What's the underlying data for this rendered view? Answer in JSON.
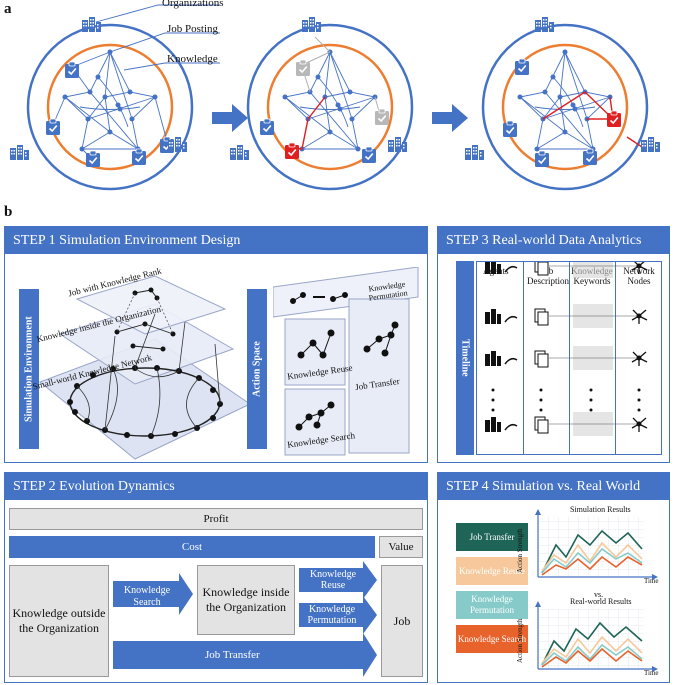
{
  "panel_a": {
    "letter": "a",
    "labels": {
      "organizations": "Organizations",
      "job_posting": "Job Posting",
      "knowledge": "Knowledge"
    }
  },
  "panel_b": {
    "letter": "b"
  },
  "step1": {
    "title": "STEP 1  Simulation Environment Design",
    "side_label": "Simulation Environment",
    "layer_top": "Job with Knowledge Rank",
    "layer_mid": "Knowledge inside the Organization",
    "layer_bottom": "Small-world Knowledge Network",
    "action_space_label": "Action Space",
    "knowledge_permutation": "Knowledge Permutation",
    "knowledge_reuse": "Knowledge Reuse",
    "knowledge_search": "Knowledge Search",
    "job_transfer": "Job Transfer"
  },
  "step2": {
    "title": "STEP 2  Evolution Dynamics",
    "profit": "Profit",
    "cost": "Cost",
    "value": "Value",
    "outside": "Knowledge outside the Organization",
    "search": "Knowledge Search",
    "inside": "Knowledge inside the Organization",
    "reuse": "Knowledge Reuse",
    "permutation": "Knowledge Permutation",
    "transfer": "Job Transfer",
    "job": "Job"
  },
  "step3": {
    "title": "STEP 3  Real-world Data Analytics",
    "timeline": "Timeline",
    "columns": [
      "Agents",
      "Job Description",
      "Knowledge Keywords",
      "Network Nodes"
    ]
  },
  "step4": {
    "title": "STEP 4  Simulation vs. Real World",
    "legend": [
      {
        "label": "Job Transfer",
        "color": "#1e6457"
      },
      {
        "label": "Knowledge Reuse",
        "color": "#f6c89b"
      },
      {
        "label": "Knowledge Permutation",
        "color": "#86cbc9"
      },
      {
        "label": "Knowledge Search",
        "color": "#e8622b"
      }
    ],
    "sim_title": "Simulation Results",
    "real_title": "Real-world Results",
    "vs": "vs.",
    "ylabel": "Action Strength",
    "xlabel": "Time"
  },
  "colors": {
    "blue": "#4472c4",
    "orange": "#ed7d31",
    "red": "#e02020",
    "grey": "#b0b0b0"
  }
}
